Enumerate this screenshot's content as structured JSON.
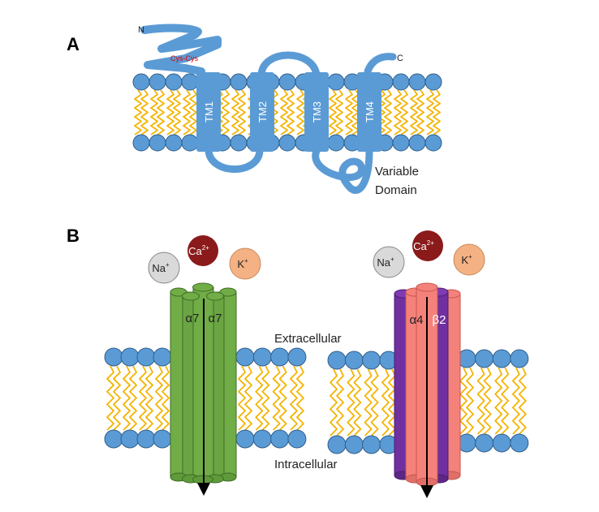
{
  "panel_a": {
    "label": "A",
    "n_terminus": "N",
    "c_terminus": "C",
    "disulfide": "Cys-Cys",
    "helices": [
      "TM1",
      "TM2",
      "TM3",
      "TM4"
    ],
    "variable_domain": [
      "Variable",
      "Domain"
    ]
  },
  "panel_b": {
    "label": "B",
    "ions": {
      "sodium": "Na",
      "sodium_charge": "+",
      "calcium": "Ca",
      "calcium_charge": "2+",
      "potassium": "K",
      "potassium_charge": "+"
    },
    "homomeric_subunits": [
      "α7",
      "α7"
    ],
    "heteromeric_subunits": [
      "α4",
      "β2"
    ],
    "extracellular": "Extracellular",
    "intracellular": "Intracellular"
  },
  "colors": {
    "lipid_head": "#5b9bd5",
    "lipid_tail": "#f4b400",
    "protein": "#5b9bd5",
    "alpha7_channel": "#70ad47",
    "alpha4_subunit": "#f4827b",
    "beta2_subunit": "#7030a0",
    "sodium_ion": "#d9d9d9",
    "calcium_ion": "#8b1a1a",
    "potassium_ion": "#f4b183",
    "disulfide_text": "#e00000"
  }
}
